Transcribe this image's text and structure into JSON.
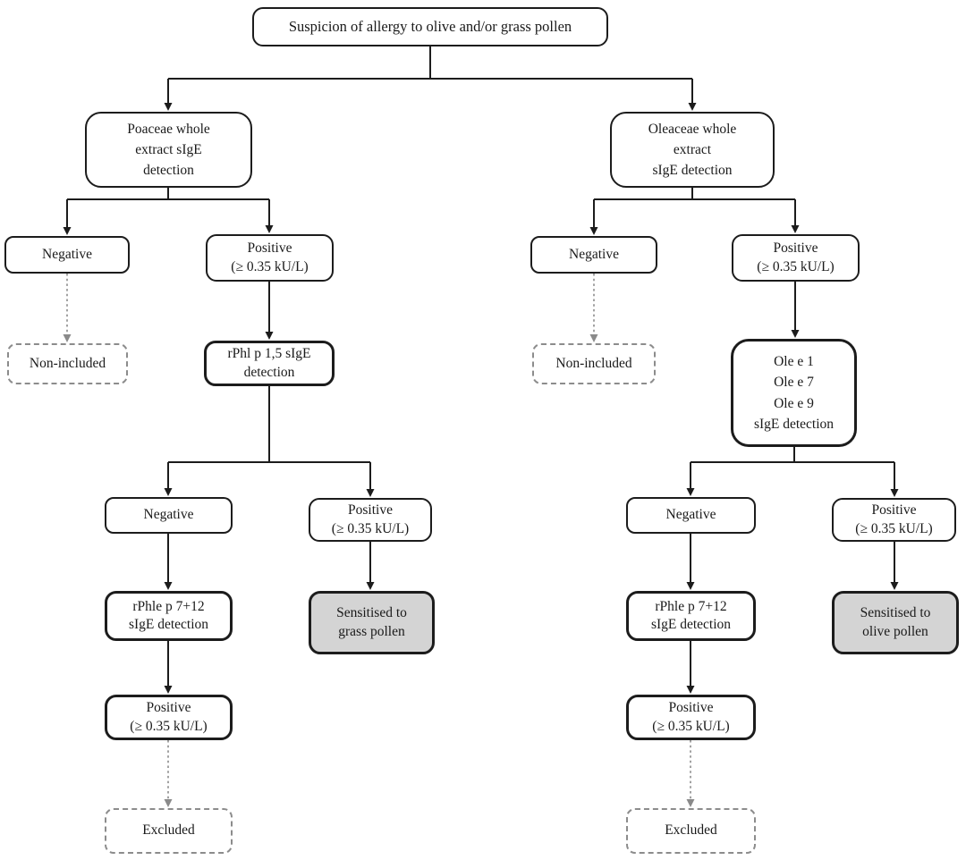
{
  "diagram": {
    "description": "Allergy diagnostic decision flowchart",
    "colors": {
      "line": "#1c1c1c",
      "dashed_line": "#8a8a8a",
      "highlight_fill": "#d4d4d4",
      "background": "#ffffff"
    },
    "nodes": {
      "root": "Suspicion of allergy  to olive  and/or grass pollen",
      "left": {
        "extract": "Poaceae whole\nextract sIgE\ndetection",
        "negative": "Negative",
        "positive": "Positive\n(≥ 0.35 kU/L)",
        "non_included": "Non-included",
        "component": "rPhl p 1,5 sIgE\ndetection",
        "negative2": "Negative",
        "positive2": "Positive\n(≥ 0.35 kU/L)",
        "component2": "rPhle p 7+12\nsIgE detection",
        "sensitised": "Sensitised to\ngrass pollen",
        "positive3": "Positive\n(≥ 0.35 kU/L)",
        "excluded": "Excluded"
      },
      "right": {
        "extract": "Oleaceae whole\nextract\nsIgE detection",
        "negative": "Negative",
        "positive": "Positive\n(≥ 0.35 kU/L)",
        "non_included": "Non-included",
        "component": "Ole e 1\nOle e 7\nOle e 9\nsIgE detection",
        "negative2": "Negative",
        "positive2": "Positive\n(≥ 0.35 kU/L)",
        "component2": "rPhle p 7+12\nsIgE detection",
        "sensitised": "Sensitised to\nolive pollen",
        "positive3": "Positive\n(≥ 0.35 kU/L)",
        "excluded": "Excluded"
      }
    }
  }
}
